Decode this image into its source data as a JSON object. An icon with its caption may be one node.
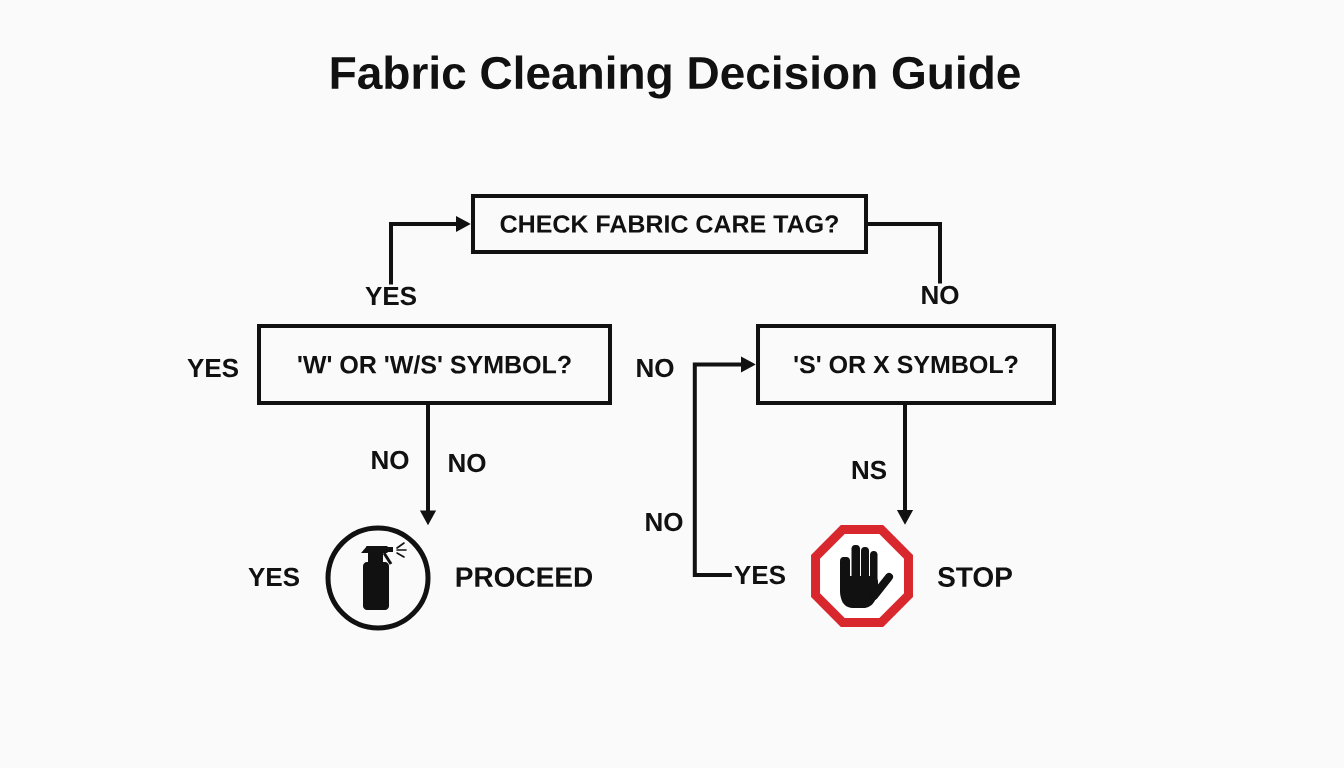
{
  "diagram": {
    "title": "Fabric Cleaning Decision Guide",
    "nodes": [
      {
        "text": [
          "CHECK FABRIC CARE TAG?"
        ]
      },
      {
        "text": [
          "YES"
        ]
      },
      {
        "text": [
          "NO"
        ]
      },
      {
        "text": [
          "'W' OR 'W/S' SYMBOL?"
        ]
      },
      {
        "text": [
          "'S' OR X SYMBOL?"
        ]
      },
      {
        "text": [],
        "shape": "picture",
        "beside": [
          "PROCEED"
        ]
      },
      {
        "text": [
          "YES"
        ]
      },
      {
        "text": [],
        "shape": "picture",
        "beside": [
          "STOP"
        ]
      }
    ],
    "edges": [
      {
        "from": 1,
        "to": 0,
        "arrow": "to"
      },
      {
        "from": 0,
        "to": 2,
        "arrow": "none"
      },
      {
        "from": 3,
        "to": 5,
        "arrow": "to",
        "label": "NO"
      },
      {
        "from": 4,
        "to": 7,
        "arrow": "to",
        "label": "NS"
      },
      {
        "from": 6,
        "to": 4,
        "arrow": "to",
        "label": "NO"
      }
    ],
    "labels": [
      "YES",
      "NO",
      "NO",
      "YES"
    ]
  }
}
